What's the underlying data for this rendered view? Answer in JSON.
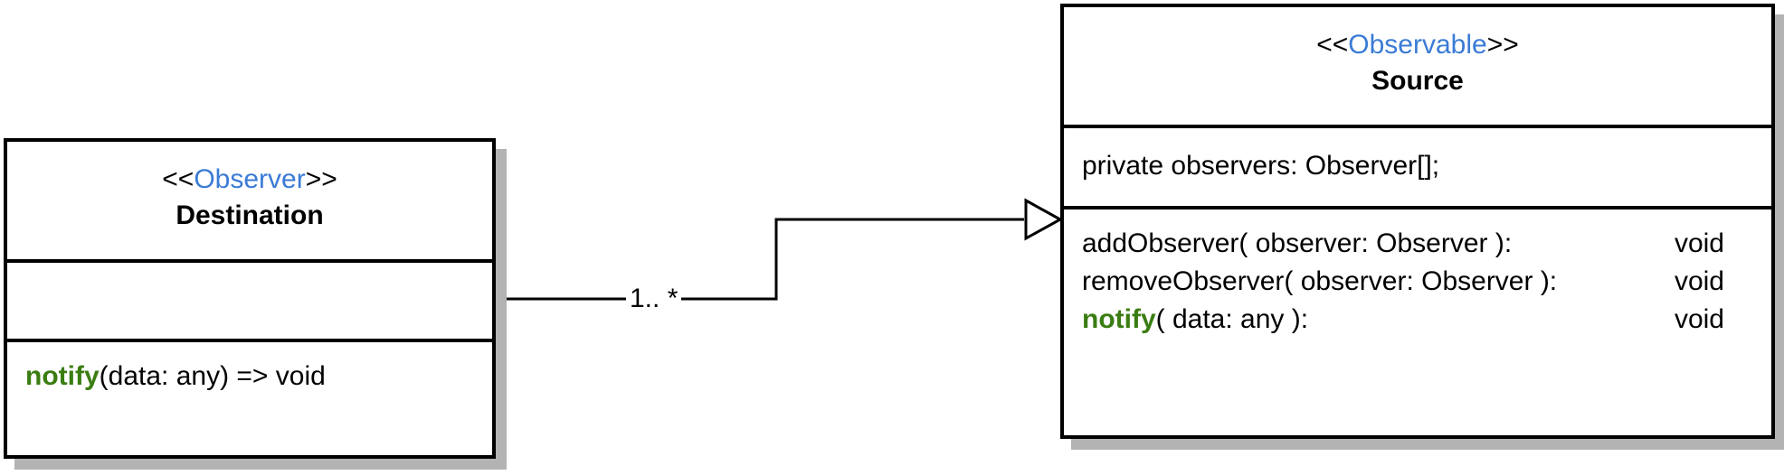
{
  "destination": {
    "stereotype_open": "<<",
    "stereotype": "Observer",
    "stereotype_close": ">>",
    "name": "Destination",
    "method": {
      "keyword": "notify",
      "rest": "(data: any) => void"
    }
  },
  "source": {
    "stereotype_open": "<<",
    "stereotype": "Observable",
    "stereotype_close": ">>",
    "name": "Source",
    "attribute": "private observers: Observer[];",
    "methods": [
      {
        "keyword": "",
        "signature": "addObserver( observer: Observer ):",
        "return": "void"
      },
      {
        "keyword": "",
        "signature": "removeObserver( observer: Observer ):",
        "return": "void"
      },
      {
        "keyword": "notify",
        "signature": "( data: any ):",
        "return": "void"
      }
    ]
  },
  "association": {
    "multiplicity": "1.. *"
  },
  "colors": {
    "stereotype": "#3a7bd5",
    "keyword": "#3a7d12",
    "shadow": "#b3b3b3"
  }
}
